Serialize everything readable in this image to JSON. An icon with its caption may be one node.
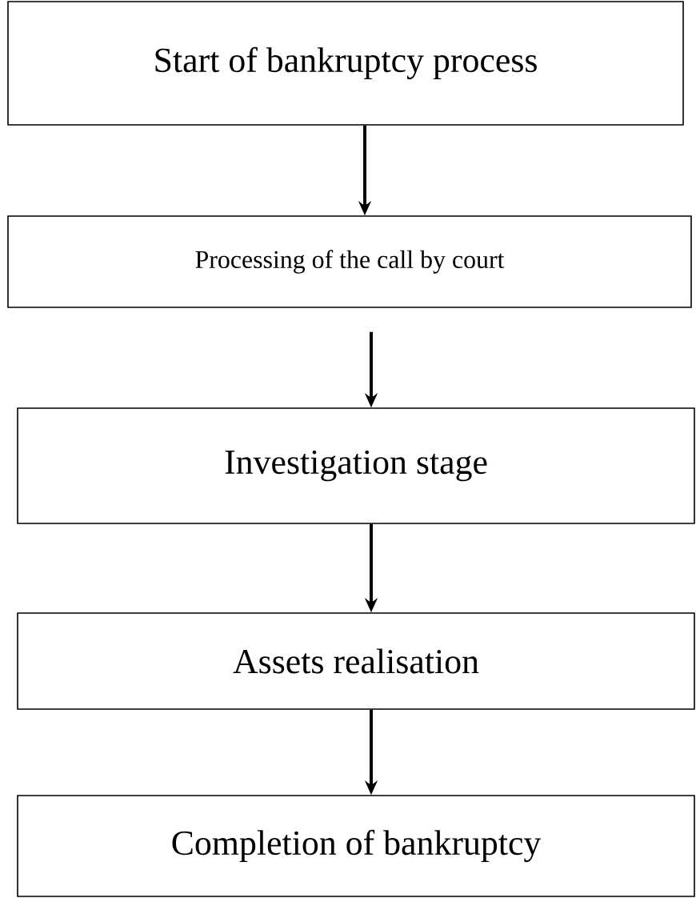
{
  "diagram": {
    "nodes": [
      {
        "text": [
          "Start of bankruptcy process"
        ]
      },
      {
        "text": [
          "Processing of the call by court"
        ]
      },
      {
        "text": [
          "Investigation stage"
        ]
      },
      {
        "text": [
          "Assets realisation"
        ]
      },
      {
        "text": [
          "Completion of bankruptcy"
        ]
      }
    ],
    "edges": [
      {
        "from": 0,
        "to": 1,
        "arrow": "to"
      },
      {
        "from": 1,
        "to": 2,
        "arrow": "to"
      },
      {
        "from": 2,
        "to": 3,
        "arrow": "to"
      },
      {
        "from": 3,
        "to": 4,
        "arrow": "to"
      }
    ]
  }
}
